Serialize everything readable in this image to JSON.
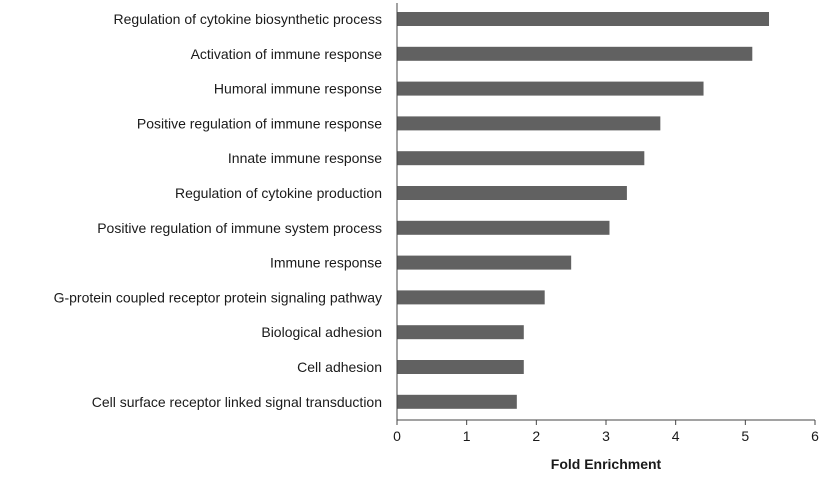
{
  "chart_data": {
    "type": "bar",
    "orientation": "horizontal",
    "categories": [
      "Regulation of cytokine biosynthetic process",
      "Activation of immune response",
      "Humoral immune response",
      "Positive regulation of immune response",
      "Innate immune response",
      "Regulation of cytokine production",
      "Positive regulation of immune system process",
      "Immune response",
      "G-protein coupled receptor protein signaling pathway",
      "Biological adhesion",
      "Cell adhesion",
      "Cell surface receptor linked signal transduction"
    ],
    "values": [
      5.34,
      5.1,
      4.4,
      3.78,
      3.55,
      3.3,
      3.05,
      2.5,
      2.12,
      1.82,
      1.82,
      1.72
    ],
    "xlabel": "Fold Enrichment",
    "ylabel": "",
    "xlim": [
      0,
      6
    ],
    "xticks": [
      "0",
      "1",
      "2",
      "3",
      "4",
      "5",
      "6"
    ],
    "grid": false,
    "bar_color": "#616161"
  }
}
